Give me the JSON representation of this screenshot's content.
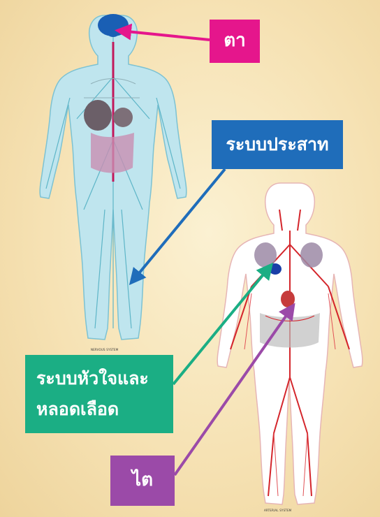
{
  "callouts": {
    "eye": "ตา",
    "nervous_system": "ระบบประสาท",
    "cardiovascular_line1": "ระบบหัวใจและ",
    "cardiovascular_line2": "หลอดเลือด",
    "kidney": "ไต"
  },
  "figures": {
    "nervous_caption": "NERVOUS SYSTEM",
    "arterial_caption": "ARTERIAL SYSTEM"
  },
  "colors": {
    "eye_box": "#e5168c",
    "nervous_box": "#1f6dba",
    "cardio_box": "#1bae84",
    "kidney_box": "#9b4aa8",
    "nerve_figure_fill": "#bfe5ee",
    "artery_red": "#d4252b",
    "background": "#f6e2b4"
  }
}
